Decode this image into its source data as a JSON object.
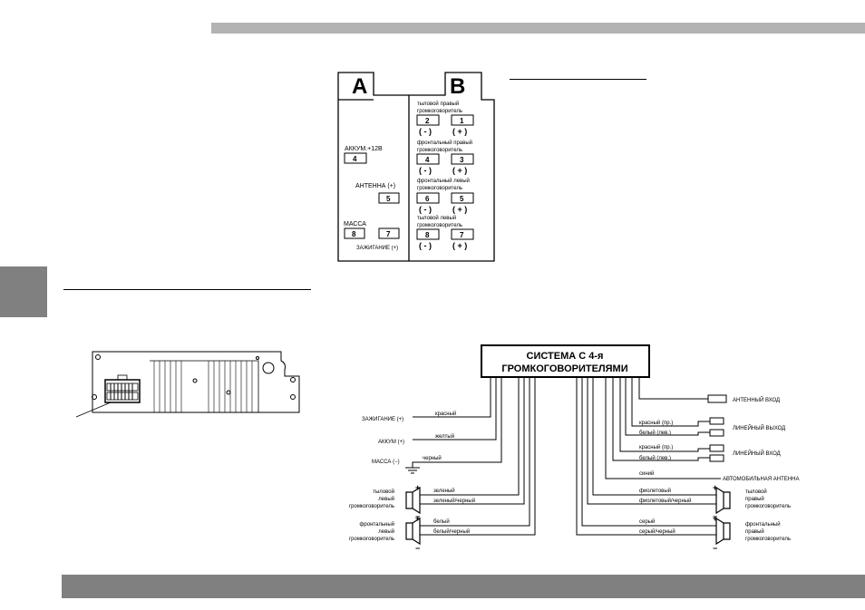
{
  "connectorA": {
    "letter": "A",
    "akkum": "АККУМ.+12В",
    "akkum_pin": "4",
    "antenna": "АНТЕННА (+)",
    "antenna_pin": "5",
    "massa": "МАССА",
    "massa_pin8": "8",
    "ign_pin7": "7",
    "ignition": "ЗАЖИГАНИЕ (+)"
  },
  "connectorB": {
    "letter": "B",
    "groups": [
      {
        "line1": "тыловой правый",
        "line2": "громкоговоритель",
        "neg_pin": "2",
        "pos_pin": "1",
        "neg": "( - )",
        "pos": "( + )"
      },
      {
        "line1": "фронтальный правый",
        "line2": "громкоговоритель",
        "neg_pin": "4",
        "pos_pin": "3",
        "neg": "( - )",
        "pos": "( + )"
      },
      {
        "line1": "фронтальный левый",
        "line2": "громкоговоритель",
        "neg_pin": "6",
        "pos_pin": "5",
        "neg": "( - )",
        "pos": "( + )"
      },
      {
        "line1": "тыловой левый",
        "line2": "громкоговоритель",
        "neg_pin": "8",
        "pos_pin": "7",
        "neg": "( - )",
        "pos": "( + )"
      }
    ]
  },
  "system": {
    "title1": "СИСТЕМА С 4-я",
    "title2": "ГРОМКОГОВОРИТЕЛЯМИ"
  },
  "left_wires": {
    "ignition_label": "ЗАЖИГАНИЕ (+)",
    "ignition_color": "красный",
    "akkum_label": "АККУМ (+)",
    "akkum_color": "желтый",
    "massa_label": "МАССА (−)",
    "massa_color": "черный"
  },
  "right_wires": {
    "antenna_in": "АНТЕННЫЙ ВХОД",
    "line_out": "ЛИНЕЙНЫЙ ВЫХОД",
    "line_in": "ЛИНЕЙНЫЙ ВХОД",
    "red_r": "красный (пр.)",
    "white_l": "белый (лев.)",
    "blue": "синий",
    "auto_antenna": "АВТОМОБИЛЬНАЯ АНТЕННА"
  },
  "speakers": {
    "rear_left": {
      "l1": "тыловой",
      "l2": "левый",
      "l3": "громкоговоритель",
      "pos_color": "зеленый",
      "neg_color": "зеленый/черный"
    },
    "front_left": {
      "l1": "фронтальный",
      "l2": "левый",
      "l3": "громкоговоритель",
      "pos_color": "белый",
      "neg_color": "белый/черный"
    },
    "rear_right": {
      "l1": "тыловой",
      "l2": "правый",
      "l3": "громкоговоритель",
      "pos_color": "фиолетовый",
      "neg_color": "фиолетовый/черный"
    },
    "front_right": {
      "l1": "фронтальный",
      "l2": "правый",
      "l3": "громкоговоритель",
      "pos_color": "серый",
      "neg_color": "серый/черный"
    },
    "plus": "+",
    "minus": "−"
  },
  "colors": {
    "top_bar": "#b3b3b3",
    "bottom_bar": "#808080",
    "side_tab": "#808080"
  }
}
